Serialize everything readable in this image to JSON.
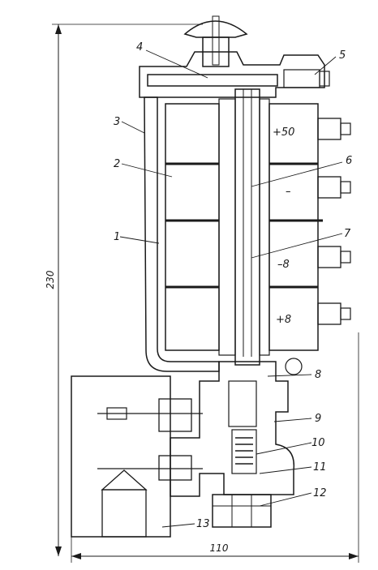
{
  "diagram": {
    "callouts": [
      "1",
      "2",
      "3",
      "4",
      "5",
      "6",
      "7",
      "8",
      "9",
      "10",
      "11",
      "12",
      "13"
    ],
    "dimensions": {
      "height": "230",
      "width": "110"
    },
    "terminals": [
      "+50",
      "–",
      "–8",
      "+8"
    ]
  }
}
